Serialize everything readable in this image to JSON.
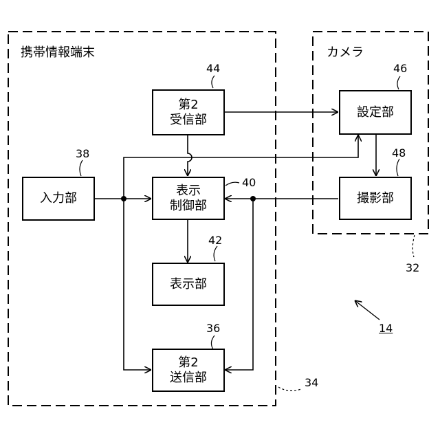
{
  "regions": {
    "terminal": {
      "title": "携帯情報端末",
      "ref": "34"
    },
    "camera": {
      "title": "カメラ",
      "ref": "32"
    }
  },
  "blocks": {
    "receiver": {
      "line1": "第2",
      "line2": "受信部",
      "ref": "44"
    },
    "input": {
      "line1": "入力部",
      "ref": "38"
    },
    "display_control": {
      "line1": "表示",
      "line2": "制御部",
      "ref": "40"
    },
    "display": {
      "line1": "表示部",
      "ref": "42"
    },
    "transmitter": {
      "line1": "第2",
      "line2": "送信部",
      "ref": "36"
    },
    "setting": {
      "line1": "設定部",
      "ref": "46"
    },
    "imaging": {
      "line1": "撮影部",
      "ref": "48"
    }
  },
  "system_ref": "14"
}
